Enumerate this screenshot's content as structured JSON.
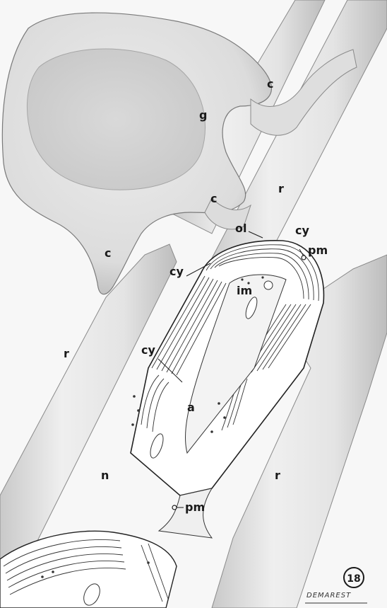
{
  "labels": {
    "c_top": "c",
    "g": "g",
    "c_mid": "c",
    "r_upper": "r",
    "c_left": "c",
    "ol": "ol",
    "cy_right": "cy",
    "pm_right": "pm",
    "cy_left": "cy",
    "im": "im",
    "cy_mid": "cy",
    "r_left": "r",
    "a": "a",
    "n": "n",
    "r_lower": "r",
    "pm_lower": "pm"
  },
  "figure_number": "18",
  "signature": "DEMAREST"
}
